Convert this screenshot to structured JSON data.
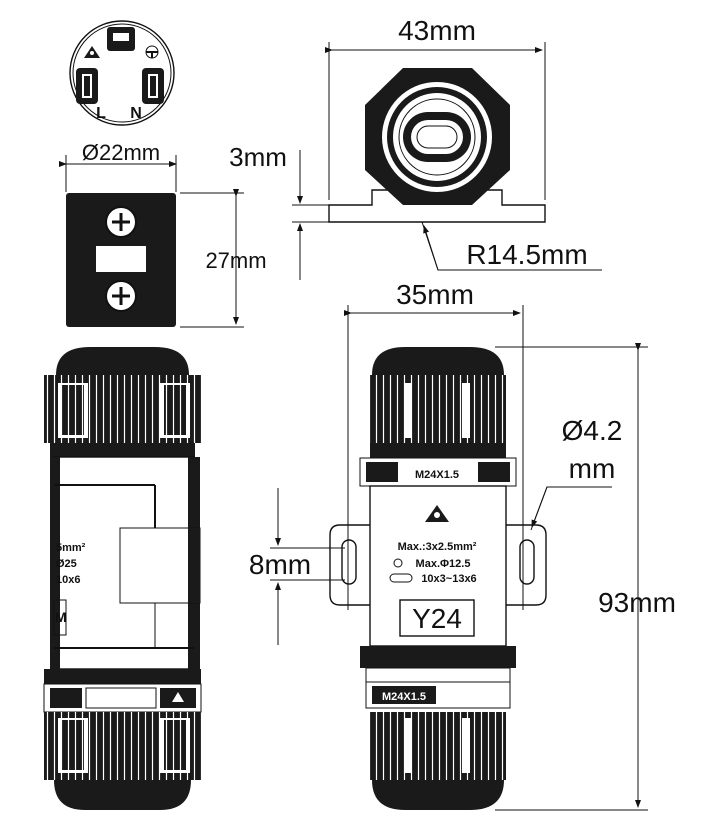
{
  "dimensions": {
    "width_43": "43mm",
    "thick_3": "3mm",
    "radius": "R14.5mm",
    "dia_22": "Ø22mm",
    "height_27": "27mm",
    "width_35": "35mm",
    "hole_dia_line1": "Ø4.2",
    "hole_dia_line2": "mm",
    "slot_8": "8mm",
    "length_93": "93mm"
  },
  "terminal_labels": {
    "live": "L",
    "neutral": "N"
  },
  "product_label": {
    "thread_top": "M24X1.5",
    "thread_bottom": "M24X1.5",
    "max_wire": "Max.:3x2.5mm²",
    "max_round": "Max.Φ12.5",
    "flat_cable": "10x3~13x6",
    "model": "Y24"
  },
  "side_label_fragments": [
    "5mm²",
    "Ø25",
    "10x6"
  ],
  "side_model_fragment": "M"
}
